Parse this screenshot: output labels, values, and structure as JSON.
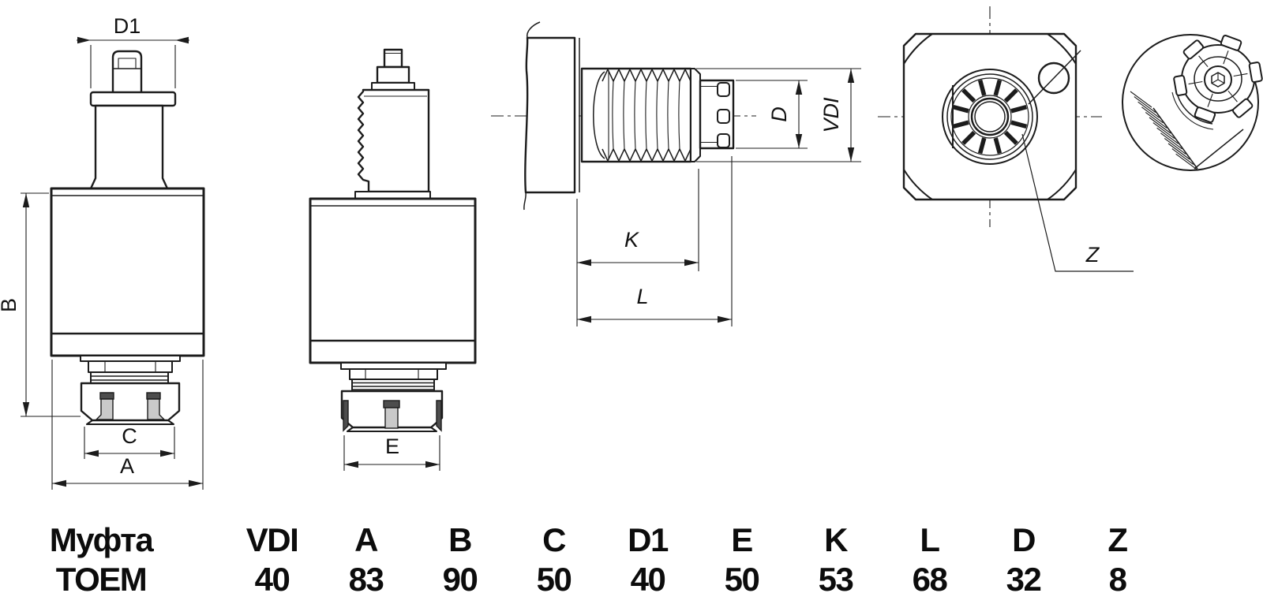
{
  "views": {
    "front": {
      "labels": {
        "d1": "D1",
        "b": "B",
        "c": "C",
        "a": "A"
      }
    },
    "side": {
      "labels": {
        "e": "E"
      }
    },
    "section": {
      "labels": {
        "k": "K",
        "l": "L",
        "d": "D",
        "vdi": "VDI"
      }
    },
    "back": {
      "labels": {
        "z": "Z"
      }
    }
  },
  "table": {
    "headers": [
      "Муфта",
      "VDI",
      "A",
      "B",
      "C",
      "D1",
      "E",
      "K",
      "L",
      "D",
      "Z"
    ],
    "row": [
      "TOEM",
      "40",
      "83",
      "90",
      "50",
      "40",
      "50",
      "53",
      "68",
      "32",
      "8"
    ]
  },
  "colors": {
    "line": "#1c1c1c",
    "slot_fill": "#c9c9c9",
    "slot_cap": "#4d4d4d",
    "background": "#ffffff"
  }
}
